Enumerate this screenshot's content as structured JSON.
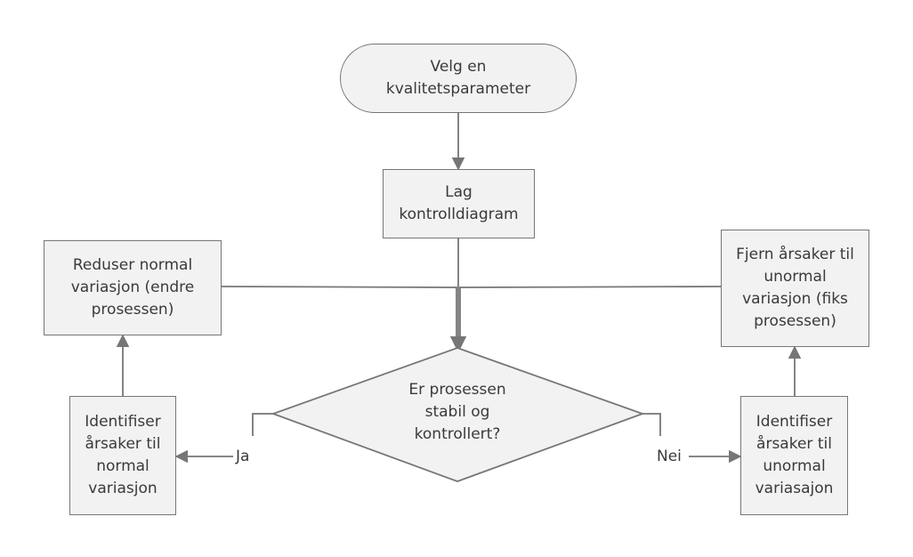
{
  "nodes": {
    "start": [
      "Velg en",
      "kvalitetsparameter"
    ],
    "make_chart": [
      "Lag",
      "kontrolldiagram"
    ],
    "decision": [
      "Er prosessen",
      "stabil og",
      "kontrollert?"
    ],
    "identify_normal": [
      "Identifiser",
      "årsaker til",
      "normal",
      "variasjon"
    ],
    "reduce_normal": [
      "Reduser normal",
      "variasjon (endre",
      "prosessen)"
    ],
    "identify_abnormal": [
      "Identifiser",
      "årsaker til",
      "unormal",
      "variasajon"
    ],
    "remove_abnormal": [
      "Fjern årsaker til",
      "unormal",
      "variasjon (fiks",
      "prosessen)"
    ]
  },
  "labels": {
    "yes": "Ja",
    "no": "Nei"
  },
  "colors": {
    "stroke": "#767676",
    "fill": "#f2f2f2",
    "text": "#3a3a3a"
  }
}
